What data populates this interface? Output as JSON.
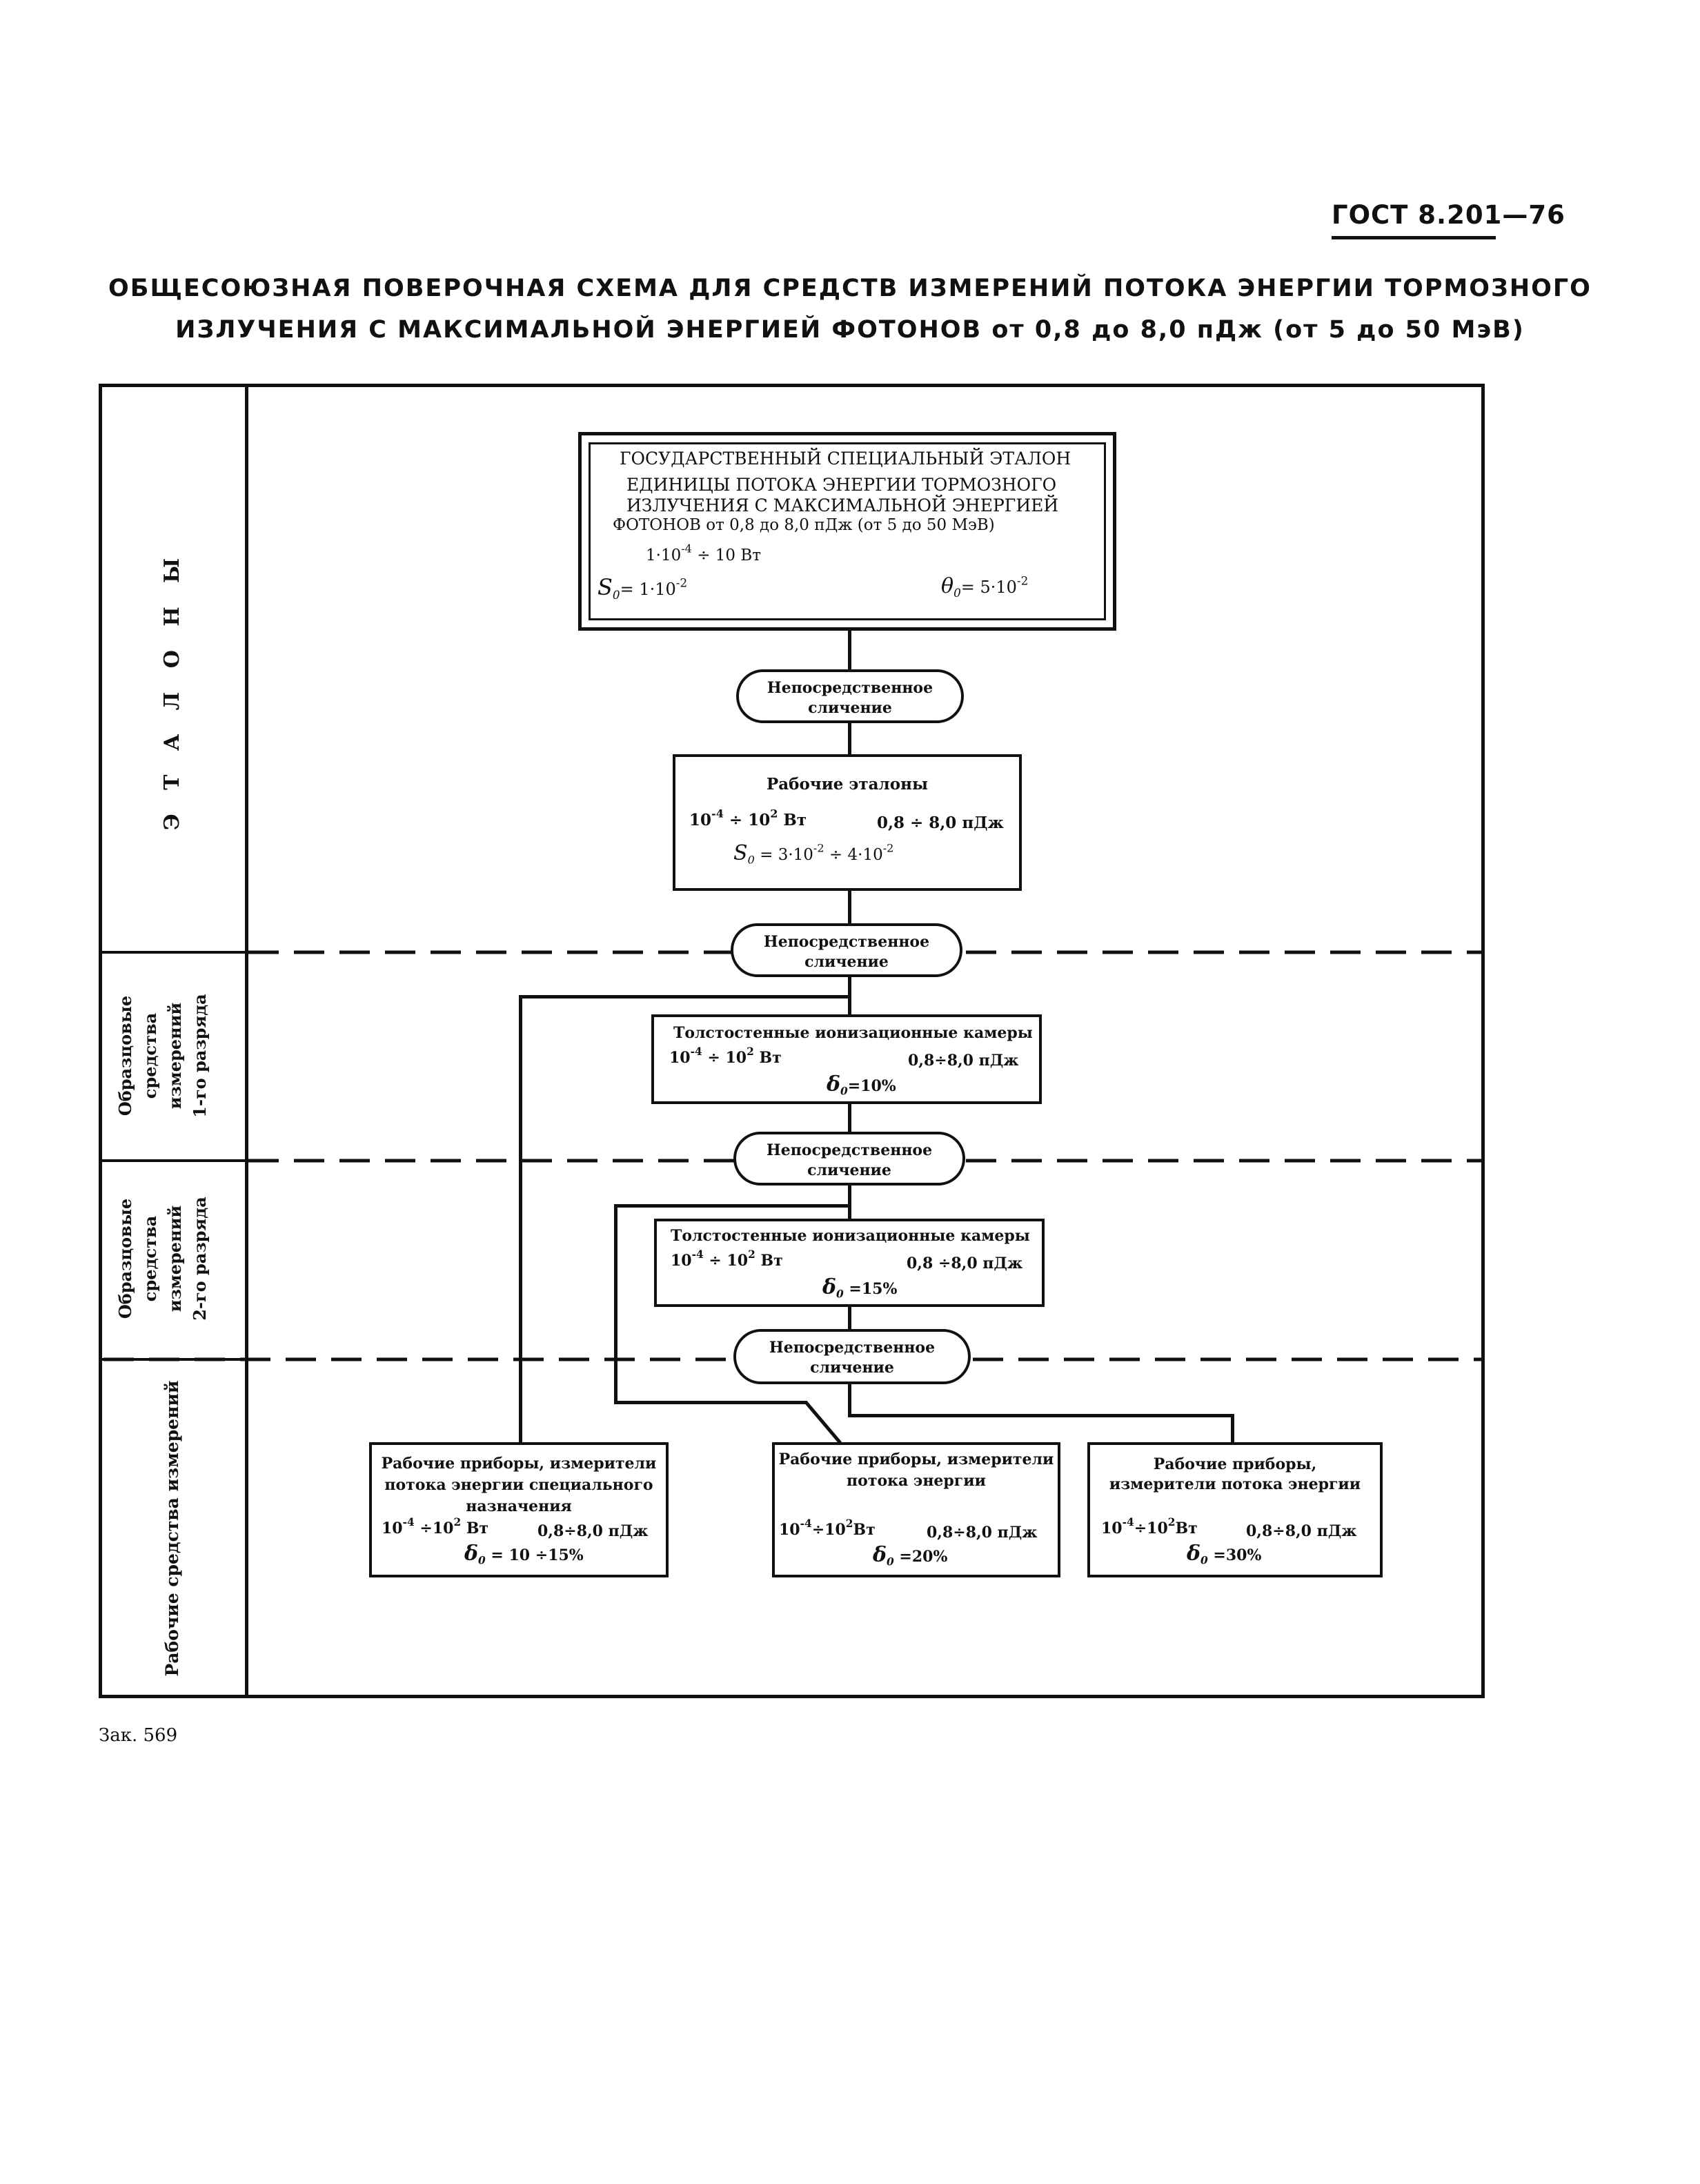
{
  "header": {
    "doc_code": "ГОСТ 8.201—76",
    "title_line_1": "ОБЩЕСОЮЗНАЯ ПОВЕРОЧНАЯ СХЕМА ДЛЯ СРЕДСТВ ИЗМЕРЕНИЙ ПОТОКА ЭНЕРГИИ ТОРМОЗНОГО",
    "title_line_2": "ИЗЛУЧЕНИЯ С МАКСИМАЛЬНОЙ ЭНЕРГИЕЙ ФОТОНОВ от 0,8 до 8,0 пДж (от 5 до 50 МэВ)"
  },
  "sections": {
    "etalony": "Э Т А Л О Н Ы",
    "rank1": [
      "Образцовые",
      "средства",
      "измерений",
      "1-го разряда"
    ],
    "rank2": [
      "Образцовые",
      "средства",
      "измерений",
      "2-го разряда"
    ],
    "working": "Рабочие средства измерений"
  },
  "state_standard": {
    "lines": [
      "ГОСУДАРСТВЕННЫЙ СПЕЦИАЛЬНЫЙ ЭТАЛОН",
      "ЕДИНИЦЫ ПОТОКА ЭНЕРГИИ ТОРМОЗНОГО",
      "ИЗЛУЧЕНИЯ С МАКСИМАЛЬНОЙ ЭНЕРГИЕЙ",
      "ФОТОНОВ от 0,8 до 8,0 пДж (от 5  до  50  МэВ)"
    ],
    "range_base": "1·10",
    "range_exp": "-4",
    "range_tail": " ÷ 10 Вт",
    "s0_sym": "S",
    "s0_sub": "0",
    "s0_val": "= 1·10",
    "s0_exp": "-2",
    "th_sym": "θ",
    "th_sub": "0",
    "th_val": "= 5·10",
    "th_exp": "-2"
  },
  "comparison": {
    "line1": "Непосредственное",
    "line2": "сличение"
  },
  "working_standards": {
    "title": "Рабочие эталоны",
    "p_base": "10",
    "p_exp": "-4",
    "p_mid": " ÷ 10",
    "p_exp2": "2",
    "p_unit": " Вт",
    "energy": "0,8 ÷ 8,0 пДж",
    "s0_sym": "S",
    "s0_sub": "0",
    "s0_val": " = 3·10",
    "s0_exp": "-2",
    "s0_mid": " ÷ 4·10",
    "s0_exp2": "-2"
  },
  "rank1_box": {
    "title": "Толстостенные ионизационные камеры",
    "p_base": "10",
    "p_exp": "-4",
    "p_mid": " ÷ 10",
    "p_exp2": "2",
    "p_unit": " Вт",
    "energy": "0,8÷8,0 пДж",
    "d_sym": "δ",
    "d_sub": "0",
    "d_val": "=10%"
  },
  "rank2_box": {
    "title": "Толстостенные ионизационные камеры",
    "p_base": "10",
    "p_exp": "-4",
    "p_mid": " ÷ 10",
    "p_exp2": "2",
    "p_unit": " Вт",
    "energy": "0,8 ÷8,0 пДж",
    "d_sym": "δ",
    "d_sub": "0",
    "d_val": " =15%"
  },
  "work1": {
    "lines": [
      "Рабочие приборы, измерители",
      "потока энергии  специального",
      "назначения"
    ],
    "p_base": "10",
    "p_exp": "-4",
    "p_mid": " ÷10",
    "p_exp2": "2",
    "p_unit": " Вт",
    "energy": "0,8÷8,0 пДж",
    "d_sym": "δ",
    "d_sub": "0",
    "d_val": " = 10 ÷15%"
  },
  "work2": {
    "lines": [
      "Рабочие приборы, измерители",
      "потока энергии"
    ],
    "p_base": "10",
    "p_exp": "-4",
    "p_mid": "÷10",
    "p_exp2": "2",
    "p_unit": "Вт",
    "energy": "0,8÷8,0 пДж",
    "d_sym": "δ",
    "d_sub": "0",
    "d_val": " =20%"
  },
  "work3": {
    "lines": [
      "Рабочие приборы,",
      "измерители потока энергии"
    ],
    "p_base": "10",
    "p_exp": "-4",
    "p_mid": "÷10",
    "p_exp2": "2",
    "p_unit": "Вт",
    "energy": "0,8÷8,0 пДж",
    "d_sym": "δ",
    "d_sub": "0",
    "d_val": " =30%"
  },
  "footer": {
    "order": "Зак. 569"
  }
}
